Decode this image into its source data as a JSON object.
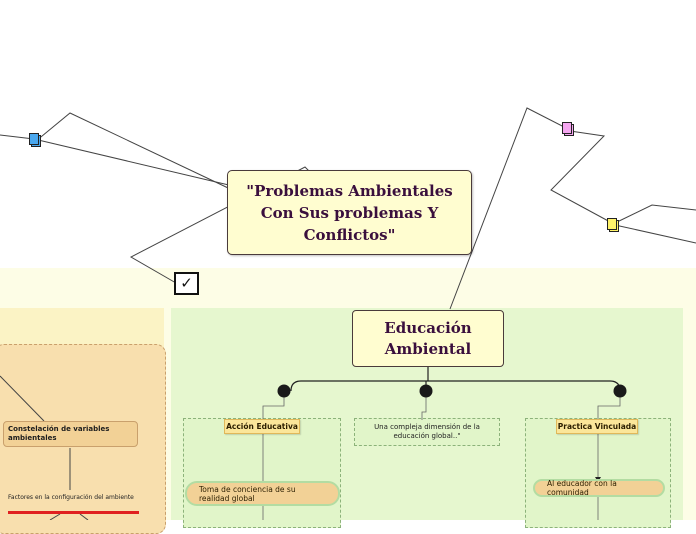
{
  "central_topic": {
    "title": "\"Problemas Ambientales Con Sus problemas Y Conflictos\""
  },
  "main_topic": {
    "title": "Educación Ambiental"
  },
  "left_branch": {
    "variables_label": "Constelación de variables ambientales",
    "factors_label": "Factores en la configuración del ambiente"
  },
  "branches": [
    {
      "label": "Acción Educativa",
      "child": "Toma de conciencia de su realidad global"
    },
    {
      "label": "Una compleja dimensión de la educación global..\""
    },
    {
      "label": "Practica Vinculada",
      "child": "Al educador con la comunidad"
    }
  ],
  "markers": {
    "checkbox_glyph": "✓",
    "icons": [
      "checkbox-icon",
      "document-icon-blue",
      "document-icon-pink",
      "document-icon-yellow"
    ]
  },
  "colors": {
    "topic_fill": "#fffdd0",
    "topic_text": "#3a0f3d",
    "label_fill": "#fbe69a",
    "pill_fill": "#f2d196",
    "pill_border": "#b3dca2",
    "panel_green": "#e6f7cf",
    "panel_left": "#fbf3c5",
    "cloud_fill": "#f8dfae",
    "doc_blue": "#4aa8ef",
    "doc_pink": "#f5a6f0",
    "doc_yellow": "#fff36a"
  }
}
